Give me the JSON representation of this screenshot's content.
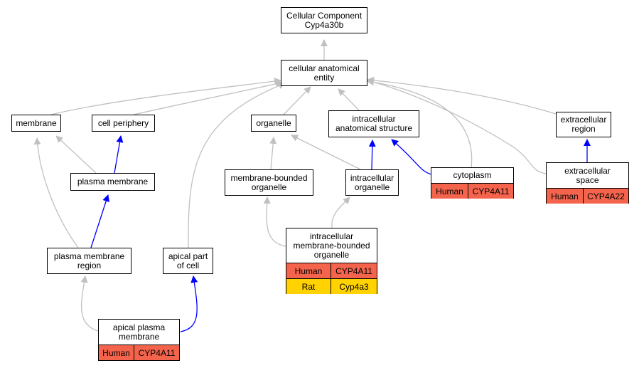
{
  "nodes": {
    "root": "Cellular Component\nCyp4a30b",
    "cae": "cellular anatomical\nentity",
    "membrane": "membrane",
    "cell_periphery": "cell periphery",
    "organelle": "organelle",
    "ias": "intracellular\nanatomical structure",
    "ecr": "extracellular\nregion",
    "plasma_membrane": "plasma membrane",
    "mbo": "membrane-bounded\norganelle",
    "io": "intracellular\norganelle",
    "cytoplasm": "cytoplasm",
    "ecs": "extracellular\nspace",
    "pmr": "plasma membrane\nregion",
    "apc": "apical part\nof cell",
    "imbo": "intracellular\nmembrane-bounded\norganelle",
    "apm": "apical plasma\nmembrane"
  },
  "annotations": {
    "cytoplasm": [
      {
        "species": "Human",
        "gene": "CYP4A11"
      }
    ],
    "ecs": [
      {
        "species": "Human",
        "gene": "CYP4A22"
      }
    ],
    "imbo": [
      {
        "species": "Human",
        "gene": "CYP4A11"
      },
      {
        "species": "Rat",
        "gene": "Cyp4a3"
      }
    ],
    "apm": [
      {
        "species": "Human",
        "gene": "CYP4A11"
      }
    ]
  },
  "colors": {
    "is_a_edge": "#c0c0c0",
    "part_of_edge": "#0000ff",
    "human": "#f4644d",
    "rat": "#ffd200"
  }
}
